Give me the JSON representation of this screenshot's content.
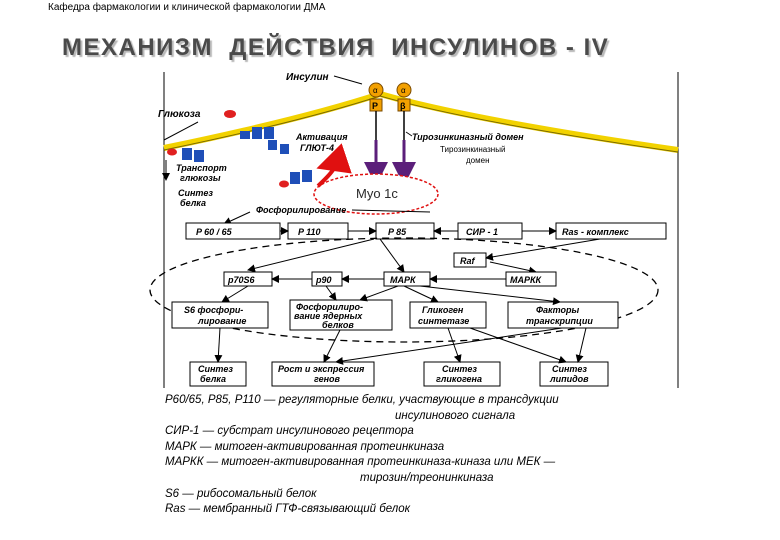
{
  "header": "Кафедра фармакологии и клинической фармакологии ДМА",
  "title": "МЕХАНИЗМ  ДЕЙСТВИЯ  ИНСУЛИНОВ - IV",
  "diagram": {
    "insulin": "Инсулин",
    "glucose": "Глюкоза",
    "glut4": "Активация ГЛЮТ-4",
    "transport": "Транспорт глюкозы",
    "protein_synth": "Синтез белка",
    "receptor_alpha": "α",
    "receptor_beta": "β",
    "receptor_P": "P",
    "tyrosine_domain": "Тирозинкиназный домен",
    "tyrosine_domain_caption": "Тирозинкиназный домен",
    "myo": "Myo 1c",
    "phosphorylation": "Фосфорилирование",
    "boxes_row1": [
      "P 60 / 65",
      "P 110",
      "P 85",
      "СИР - 1",
      "Ras - комплекс"
    ],
    "raf": "Raf",
    "boxes_row2": [
      "p70S6",
      "p90",
      "МАРК",
      "МАРКК"
    ],
    "effects": [
      "S6 фосфори-лирование",
      "Фосфорилиро-вание ядерных белков",
      "Гликоген синтетазе",
      "Факторы транскрипции"
    ],
    "outcomes": [
      "Синтез белка",
      "Рост и экспрессия генов",
      "Синтез гликогена",
      "Синтез липидов"
    ]
  },
  "legend": [
    "P60/65, P85, P110 — регуляторные белки, участвующие в трансдукции",
    "инсулинового сигнала",
    "СИР-1 — субстрат инсулинового рецептора",
    "МАРК — митоген-активированная протеинкиназа",
    "МАРКК — митоген-активированная протеинкиназа-киназа или МЕК —",
    "тирозин/треонинкиназа",
    "S6 — рибосомальный белок",
    "Ras — мембранный ГТФ-связывающий белок"
  ],
  "colors": {
    "membrane": "#f2d200",
    "receptor": "#f2a000",
    "glut": "#1f4fb8",
    "glucose": "#e02020",
    "myo_arrow": "#5b1f7a",
    "curved_arrow": "#e01010",
    "title": "#4a4a4a"
  }
}
